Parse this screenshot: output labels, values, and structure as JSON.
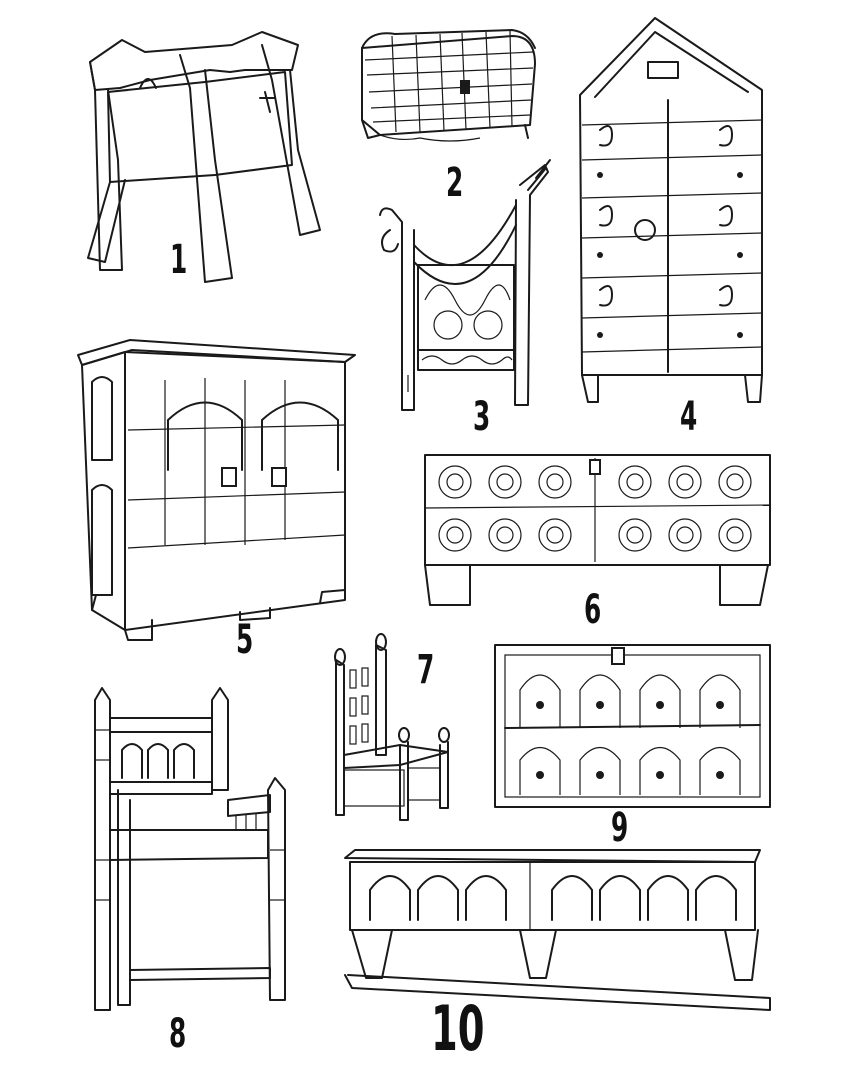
{
  "labels": {
    "item1": "1",
    "item2": "2",
    "item3": "3",
    "item4": "4",
    "item5": "5",
    "item6": "6",
    "item7": "7",
    "item8": "8",
    "item9": "9",
    "item10": "10"
  }
}
